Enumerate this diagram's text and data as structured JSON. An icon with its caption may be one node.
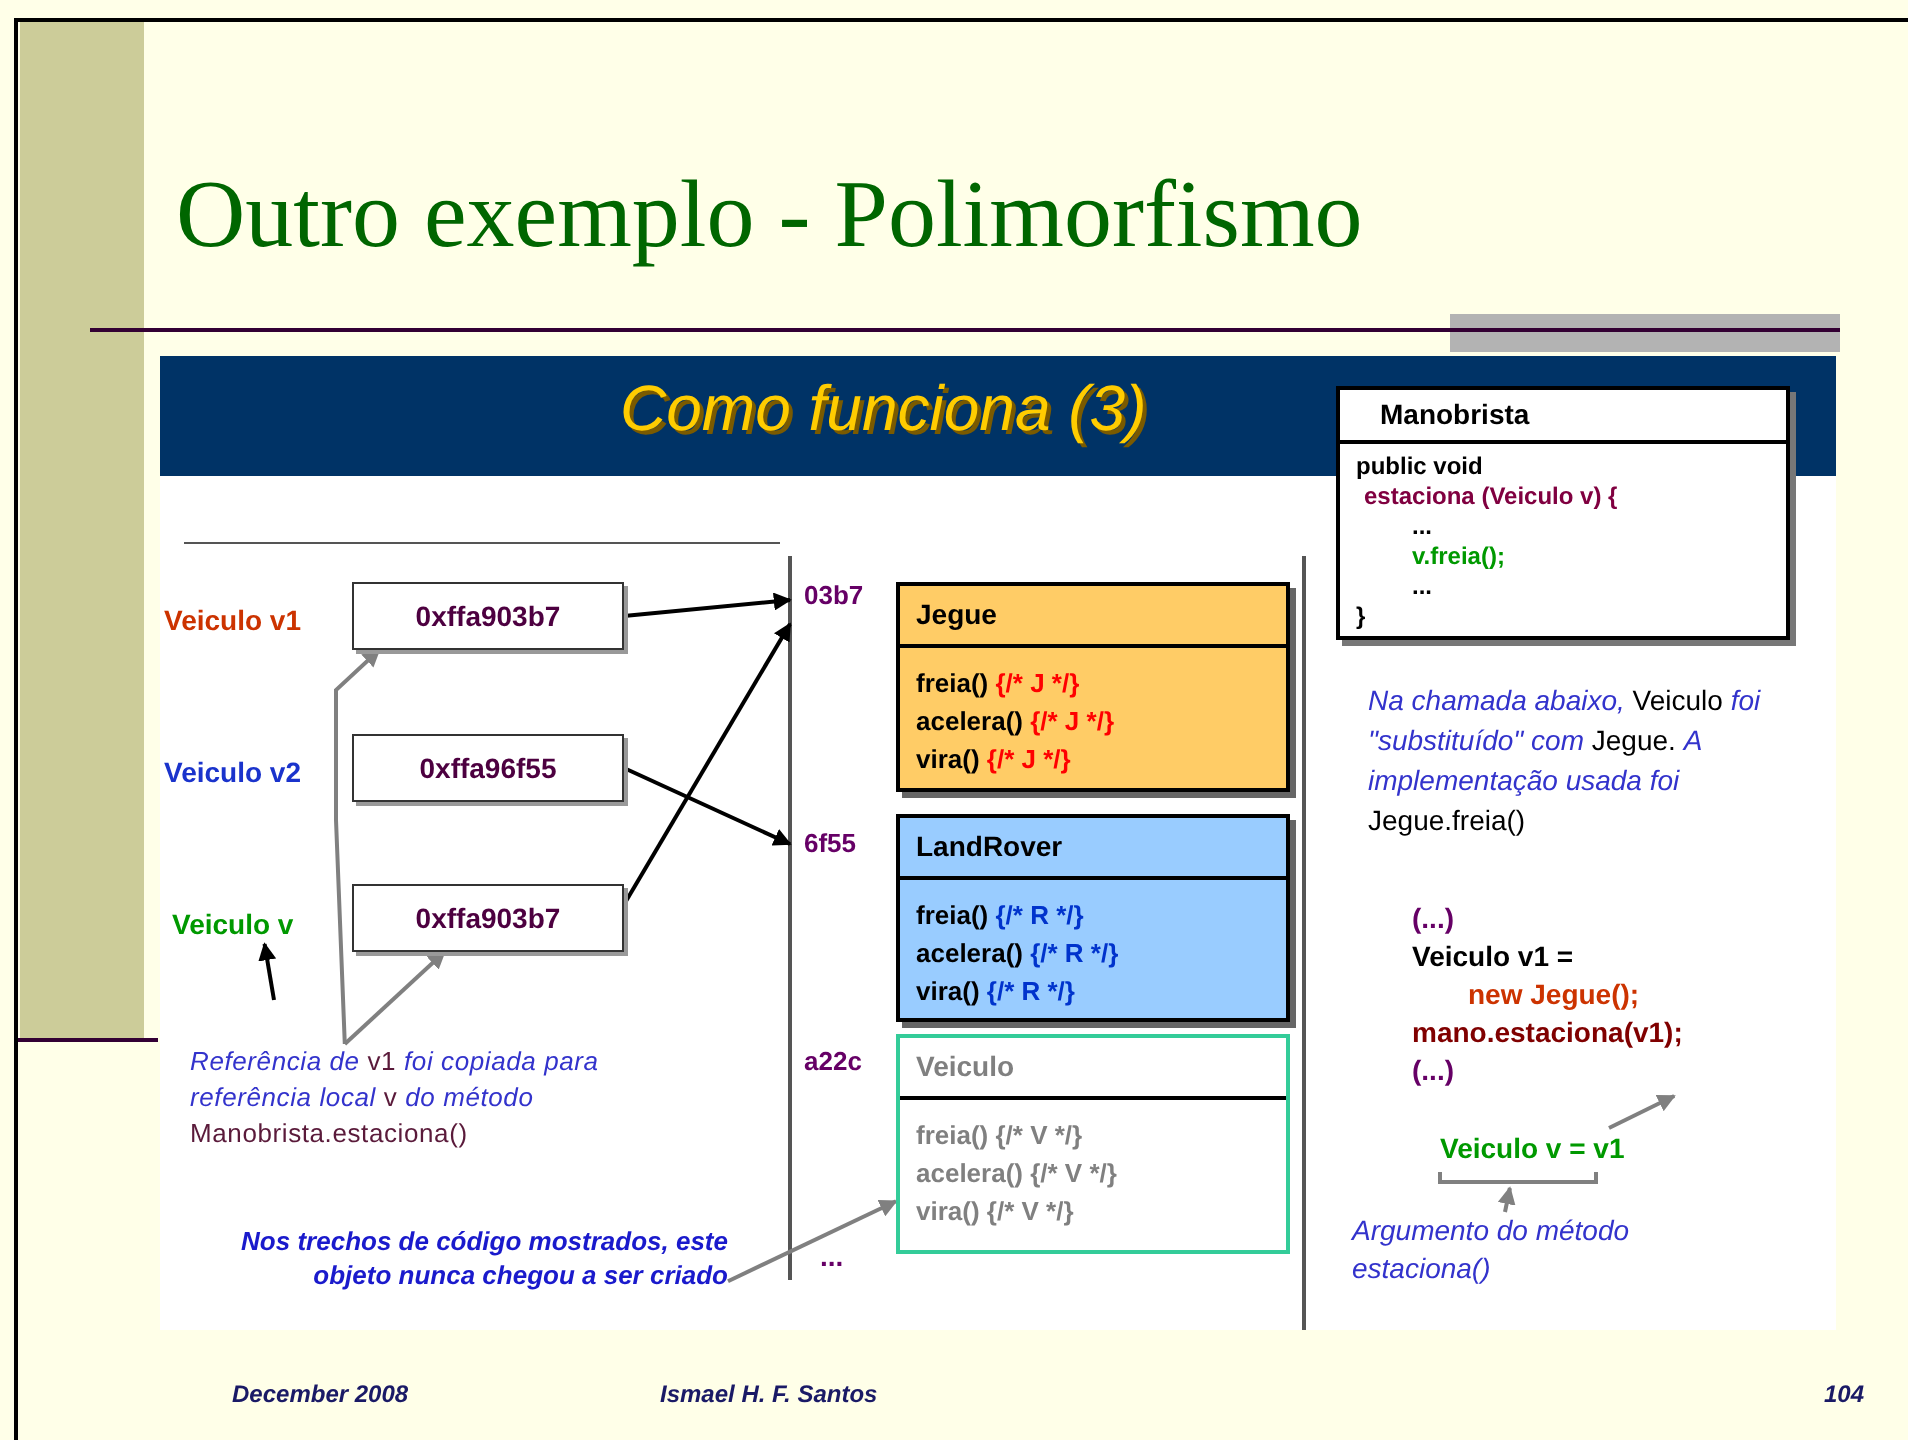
{
  "diagram": {
    "title": "Outro exemplo - Polimorfismo",
    "nodes": [
      {
        "text": [
          "Veiculo v1"
        ]
      },
      {
        "text": [
          "0xffa903b7"
        ]
      },
      {
        "text": [
          "Veiculo v2"
        ]
      },
      {
        "text": [
          "0xffa96f55"
        ]
      },
      {
        "text": [
          "Veiculo v"
        ]
      },
      {
        "text": [
          "0xffa903b7"
        ]
      },
      {
        "text": [
          "03b7"
        ]
      },
      {
        "text": [
          "6f55"
        ]
      },
      {
        "text": [
          "Jegue",
          "freia() {/* J */}",
          "acelera() {/* J */}",
          "vira() {/* J */}"
        ]
      },
      {
        "text": [
          "LandRover",
          "freia() {/* R */}",
          "acelera() {/* R */}",
          "vira() {/* R */}"
        ]
      },
      {
        "text": [
          "Veiculo",
          "freia() {/* V */}",
          "acelera() {/* V */}",
          "vira() {/* V */}"
        ]
      },
      {
        "text": [
          "Manobrista",
          "public void",
          "estaciona (Veiculo v) {",
          "...",
          "v.freia();",
          "...",
          "}"
        ]
      },
      {
        "text": [
          "*Referência de* v1 *foi copiada para referência local* v *do método* Manobrista.estaciona()"
        ]
      },
      {
        "text": [
          "Nos trechos de código mostrados, este objeto nunca chegou a ser criado"
        ]
      },
      {
        "text": [
          "(...)",
          "Veiculo v1 =",
          "new Jegue();",
          "mano.estaciona(v1);",
          "(...)"
        ]
      },
      {
        "text": [
          "Veiculo v = v1"
        ]
      },
      {
        "text": [
          "Argumento do método estaciona()"
        ]
      }
    ],
    "edges": [
      {
        "from": 1,
        "to": 6,
        "arrow": "to",
        "color": "#000000"
      },
      {
        "from": 3,
        "to": 7,
        "arrow": "to",
        "color": "#000000"
      },
      {
        "from": 5,
        "to": 6,
        "arrow": "to",
        "color": "#000000"
      },
      {
        "from": 12,
        "to": 1,
        "arrow": "to"
      },
      {
        "from": 12,
        "to": 5,
        "arrow": "to"
      },
      {
        "from": 13,
        "to": 10,
        "arrow": "to"
      },
      {
        "from": 15,
        "to": 14,
        "arrow": "to"
      },
      {
        "from": 16,
        "to": 15,
        "arrow": "to"
      },
      {
        "from": null,
        "to": 4,
        "arrow": "to",
        "color": "#000000"
      }
    ],
    "labels": [
      "Como funciona (3)",
      "*Na chamada abaixo,* Veiculo *foi \"substituído\" com* Jegue. *A implementação usada foi* Jegue.freia()",
      "a22c",
      "...",
      "December 2008",
      "Ismael H. F. Santos",
      "104"
    ]
  }
}
